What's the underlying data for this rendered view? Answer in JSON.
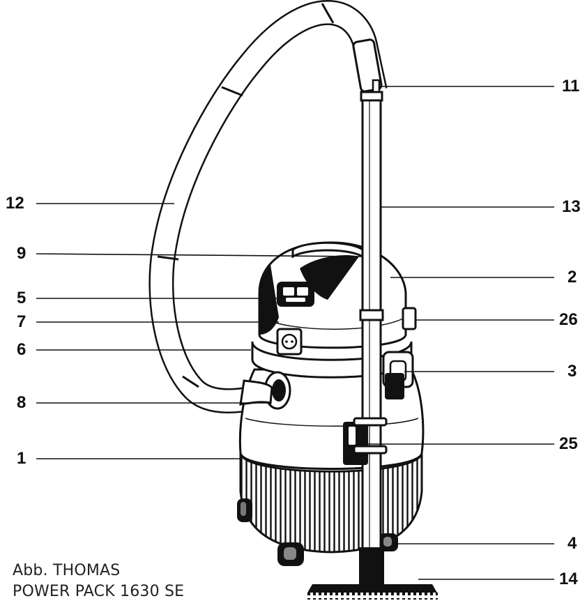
{
  "figure": {
    "caption_line1": "Abb. THOMAS",
    "caption_line2": "POWER PACK 1630 SE"
  },
  "callouts": {
    "c11": "11",
    "c12": "12",
    "c13": "13",
    "c9": "9",
    "c2": "2",
    "c5": "5",
    "c7": "7",
    "c26": "26",
    "c6": "6",
    "c3": "3",
    "c8": "8",
    "c25": "25",
    "c1": "1",
    "c4": "4",
    "c14": "14"
  },
  "colors": {
    "line": "#111111",
    "fill": "#ffffff",
    "dark": "#1a1a1a",
    "mid": "#6e6e6e"
  }
}
